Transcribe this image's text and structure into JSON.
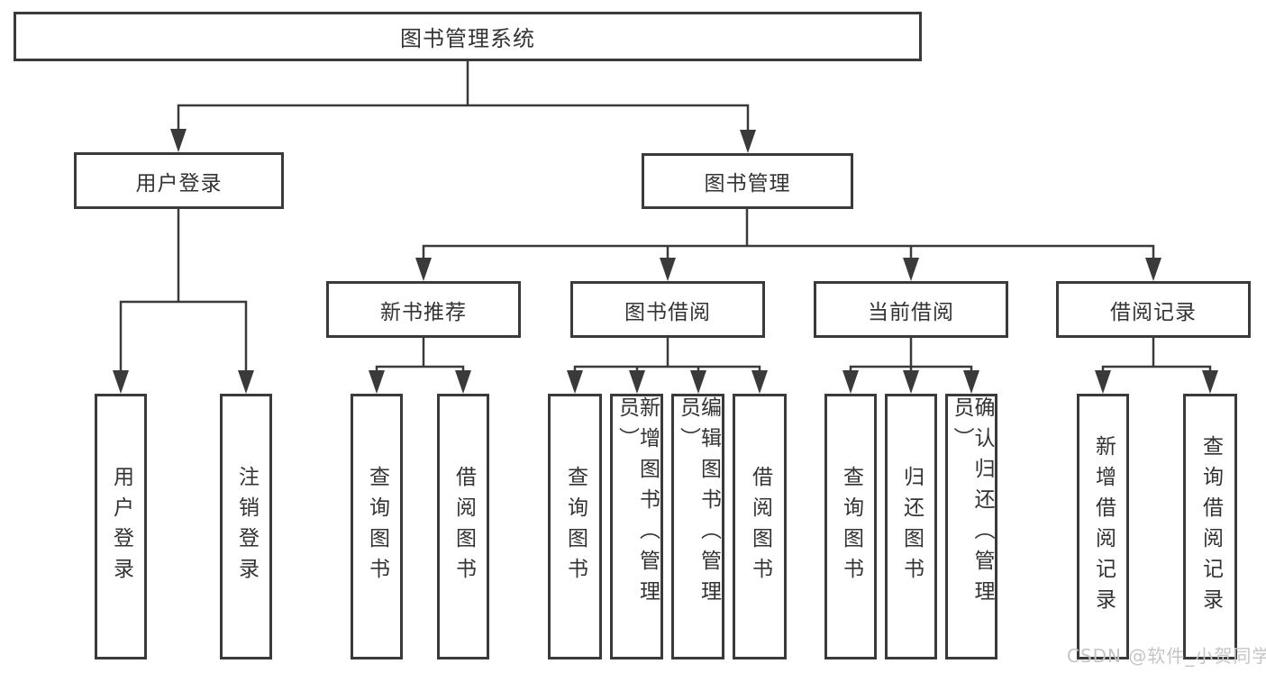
{
  "diagram": {
    "title_node": "图书管理系统",
    "level1": [
      "用户登录",
      "图书管理"
    ],
    "level2": [
      "新书推荐",
      "图书借阅",
      "当前借阅",
      "借阅记录"
    ],
    "leaves": {
      "login": [
        "用户登录",
        "注销登录"
      ],
      "recommend": [
        "查询图书",
        "借阅图书"
      ],
      "borrowing": [
        "查询图书",
        "新增图书（管理员）",
        "编辑图书（管理员）",
        "借阅图书"
      ],
      "current": [
        "查询图书",
        "归还图书",
        "确认归还（管理员）"
      ],
      "records": [
        "新增借阅记录",
        "查询借阅记录"
      ]
    }
  },
  "watermark": "CSDN @软件_小贺同学",
  "colors": {
    "line": "#3a3a3a",
    "text": "#333333",
    "watermark": "#c5c5c5",
    "background": "#ffffff"
  }
}
